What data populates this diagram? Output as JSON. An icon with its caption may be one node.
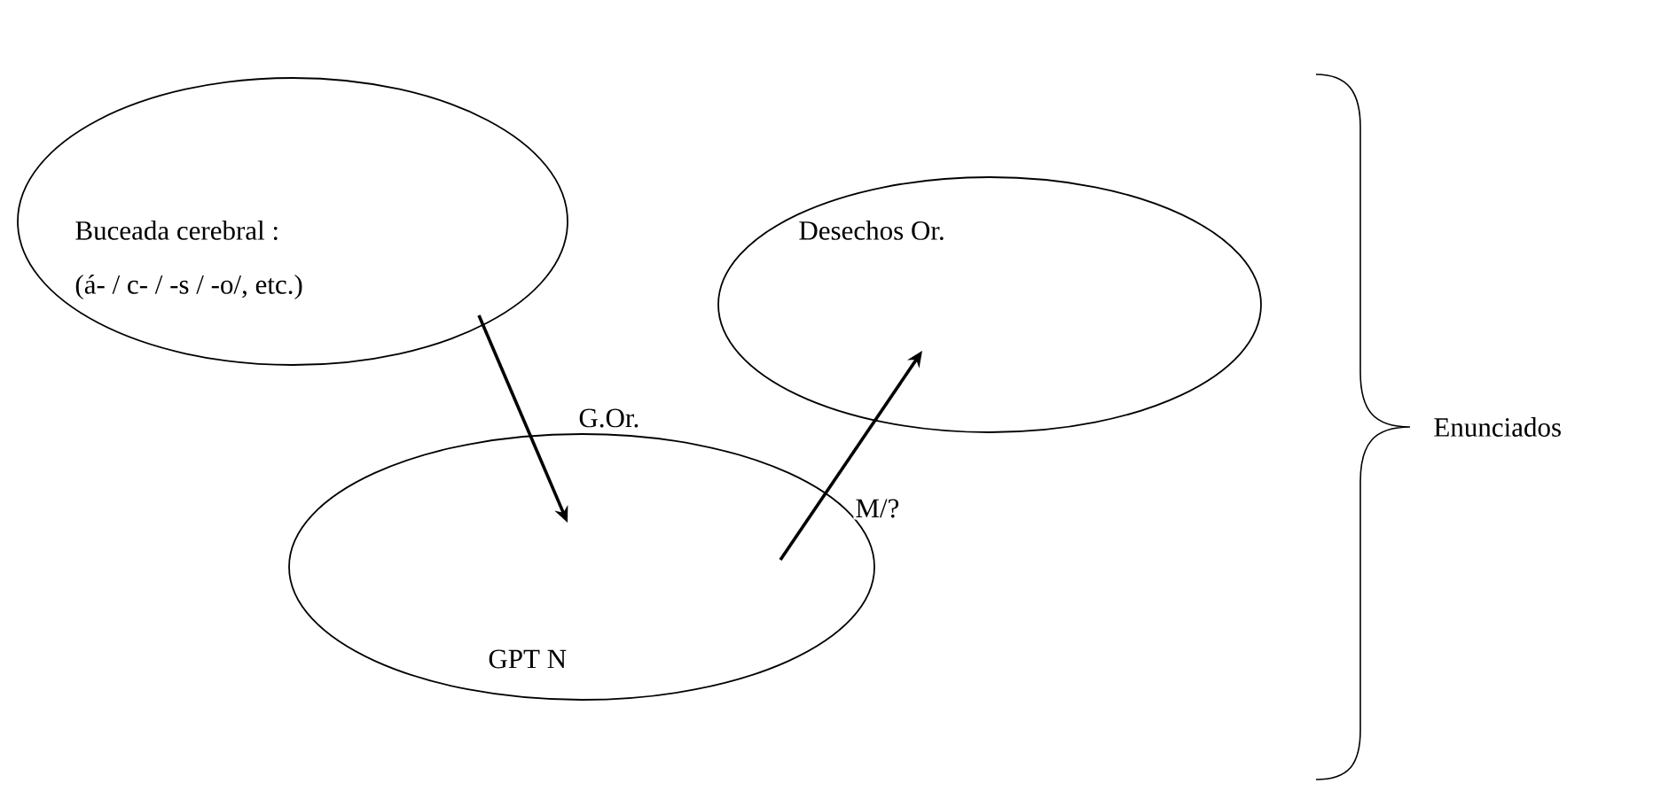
{
  "diagram": {
    "nodes": [
      {
        "text": [
          "Buceada cerebral :",
          "(á- / c- / -s / -o/, etc.)"
        ]
      },
      {
        "text": [
          "Desechos Or."
        ]
      },
      {
        "text": [
          "GPT N"
        ]
      }
    ],
    "edges": [
      {
        "from": 0,
        "to": 2,
        "arrow": "to",
        "label": "G.Or."
      },
      {
        "from": 2,
        "to": 1,
        "arrow": "to",
        "label": "M/?"
      }
    ],
    "labels": [
      "Enunciados"
    ]
  }
}
